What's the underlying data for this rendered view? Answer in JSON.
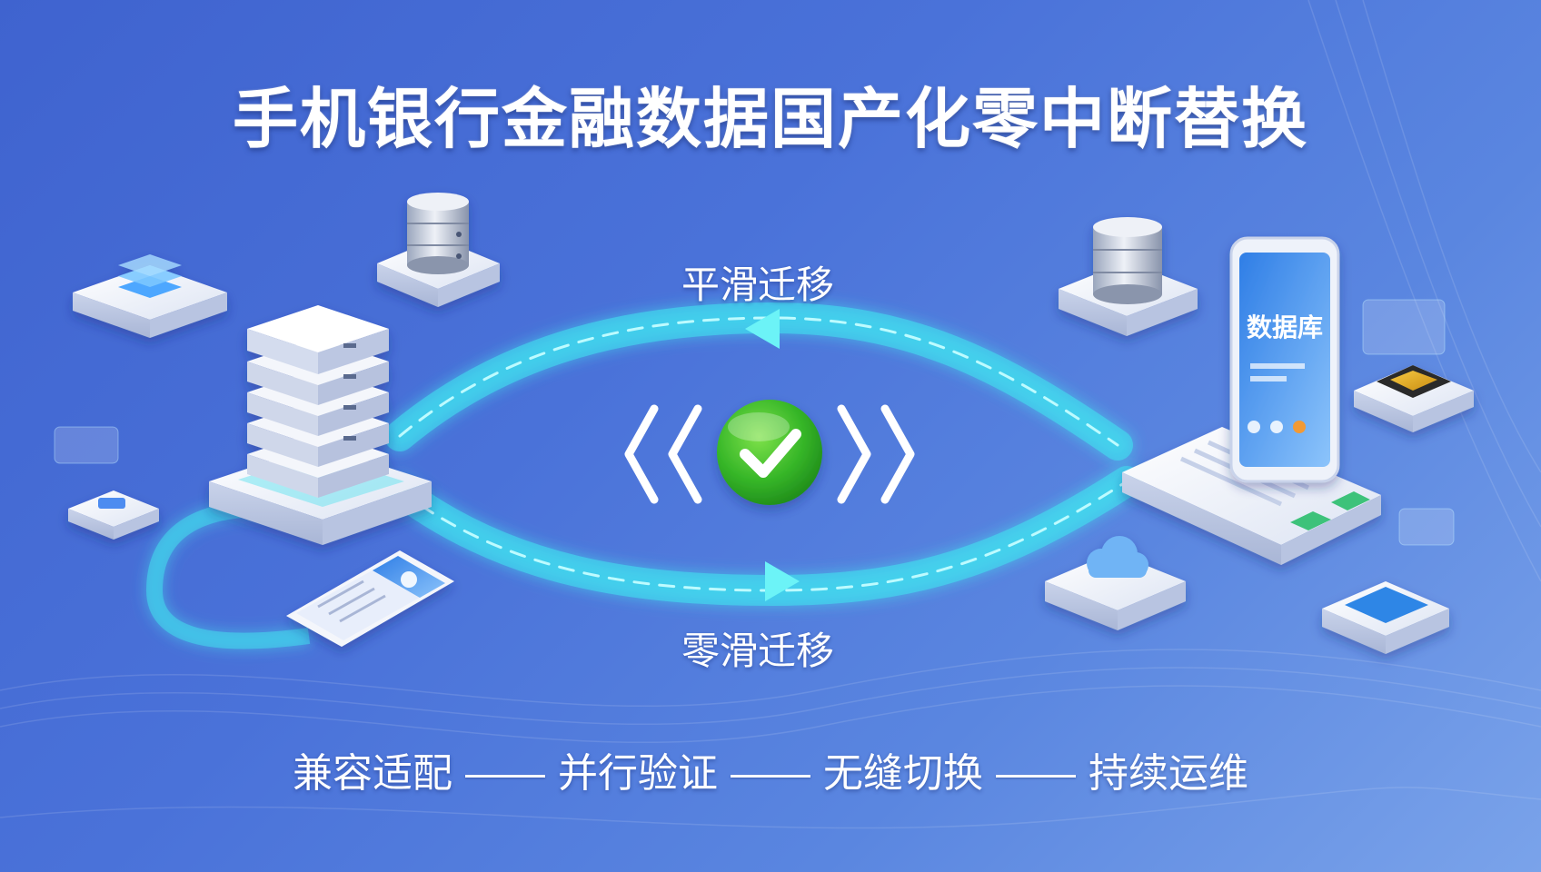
{
  "title": "手机银行金融数据国产化零中断替换",
  "flow": {
    "top_label": "平滑迁移",
    "bottom_label": "零滑迁移"
  },
  "steps": [
    "兼容适配",
    "并行验证",
    "无缝切换",
    "持续运维"
  ],
  "phone_right": {
    "screen_text": "数据库"
  },
  "colors": {
    "background_start": "#3f63cf",
    "background_end": "#7aa3ea",
    "flow_glow": "#3fe6f0",
    "check_green": "#3fbf2e"
  },
  "icons": [
    "server-rack-icon",
    "database-cylinder-icon",
    "mobile-phone-icon",
    "check-circle-icon",
    "cloud-icon",
    "chip-icon",
    "laptop-icon",
    "card-icon"
  ]
}
